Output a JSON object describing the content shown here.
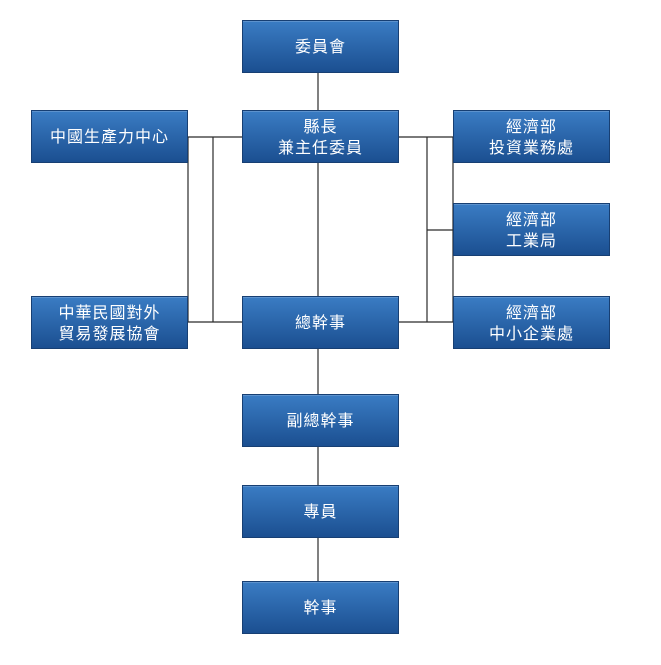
{
  "colors": {
    "box_top": "#3a7cc4",
    "box_bottom": "#1b4f91",
    "line": "#2b2b2b"
  },
  "nodes": {
    "committee": {
      "line1": "委員會"
    },
    "magistrate": {
      "line1": "縣長",
      "line2": "兼主任委員"
    },
    "cpc": {
      "line1": "中國生產力中心"
    },
    "taitra": {
      "line1": "中華民國對外",
      "line2": "貿易發展協會"
    },
    "investment": {
      "line1": "經濟部",
      "line2": "投資業務處"
    },
    "industry": {
      "line1": "經濟部",
      "line2": "工業局"
    },
    "sme": {
      "line1": "經濟部",
      "line2": "中小企業處"
    },
    "secretary_general": {
      "line1": "總幹事"
    },
    "deputy_secretary_general": {
      "line1": "副總幹事"
    },
    "specialist": {
      "line1": "專員"
    },
    "officer": {
      "line1": "幹事"
    }
  }
}
